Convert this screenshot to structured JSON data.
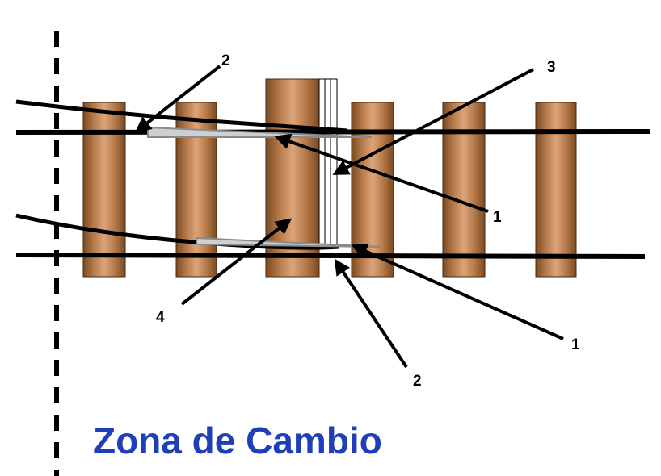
{
  "title": "Zona de Cambio",
  "callouts": [
    "2",
    "3",
    "1",
    "4",
    "1",
    "2"
  ],
  "colors": {
    "title": "#1f3fb8",
    "rail": "#000000",
    "switch_blade": "#9a9a9a",
    "sleeper_dark": "#7a4a22",
    "sleeper_light": "#dca47a"
  }
}
